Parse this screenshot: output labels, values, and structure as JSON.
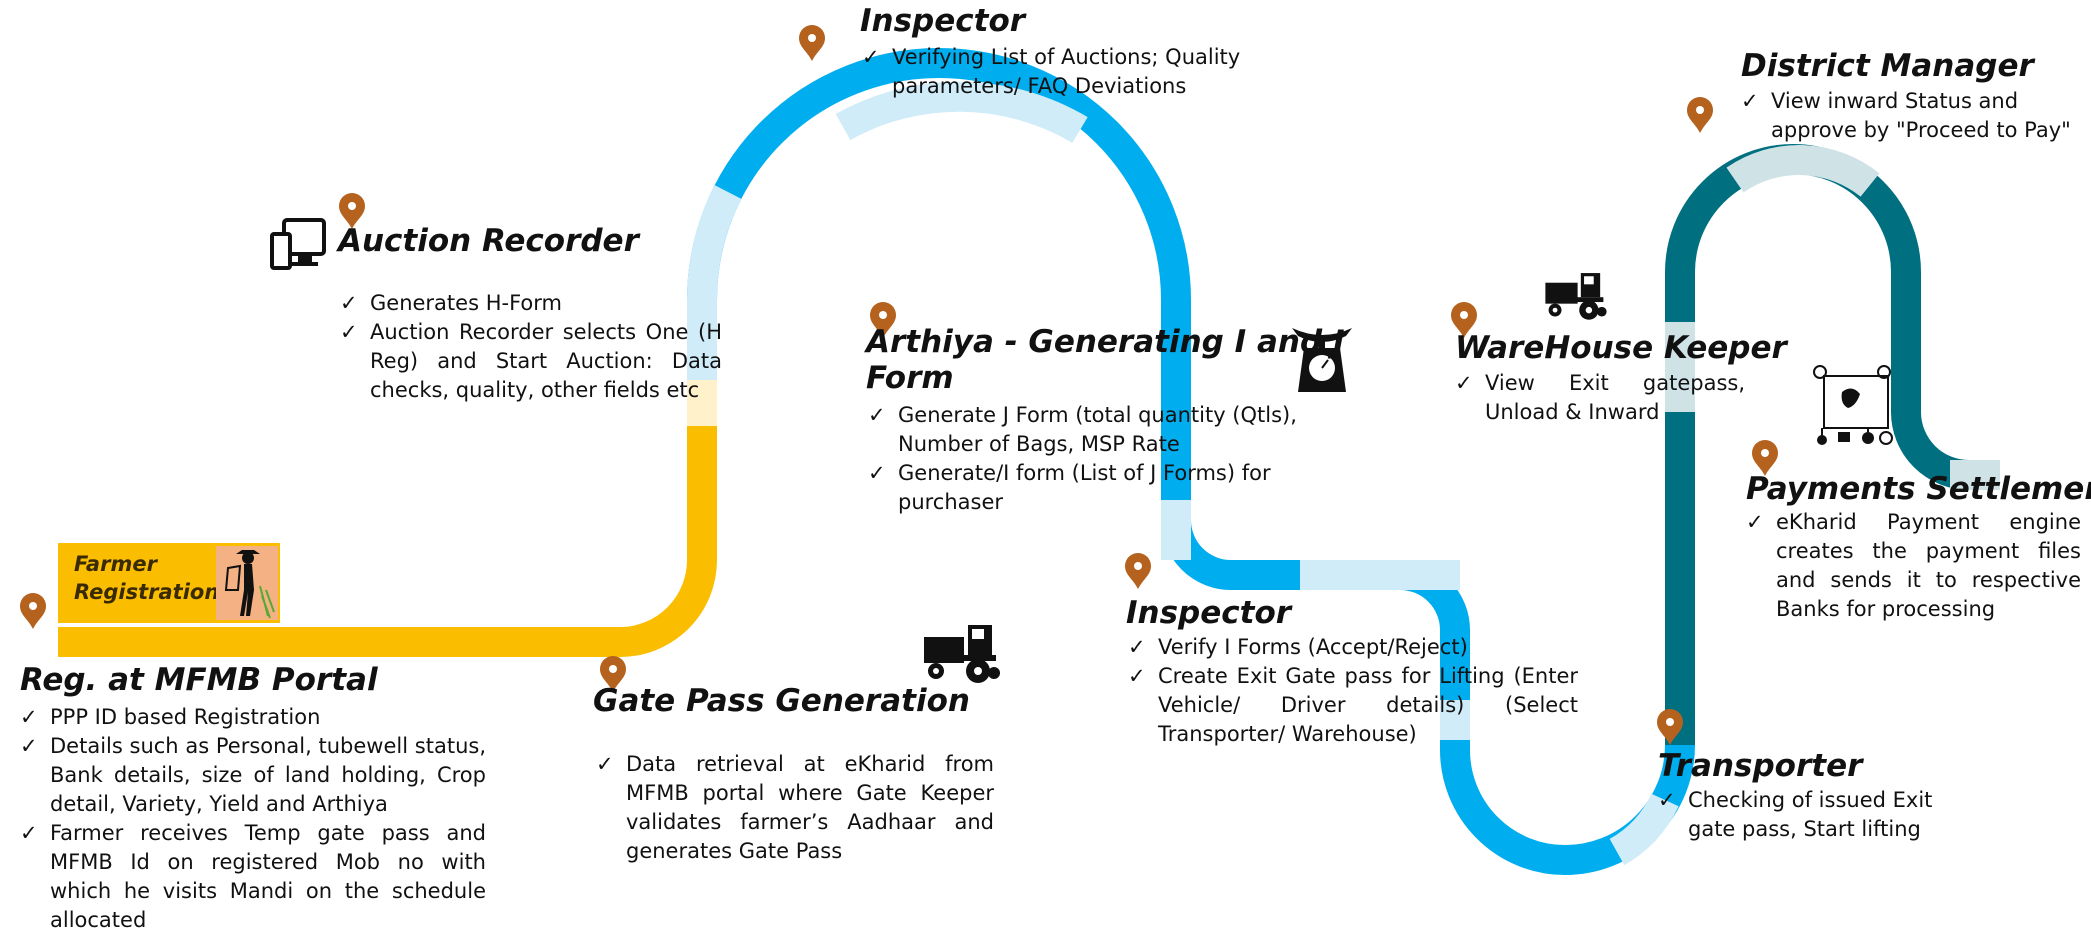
{
  "colors": {
    "yellow": "#fbbd00",
    "yellow_light": "#fff1c9",
    "blue": "#00adef",
    "blue_light": "#cfecf8",
    "teal": "#006f7f",
    "teal_light": "#cfe3e6",
    "pin": "#b4621e"
  },
  "farmer": {
    "line1": "Farmer",
    "line2": "Registration"
  },
  "stages": {
    "reg": {
      "title": "Reg. at MFMB Portal",
      "items": [
        "PPP ID based Registration",
        "Details such as Personal, tubewell status, Bank details, size of land holding, Crop detail, Variety, Yield and Arthiya",
        "Farmer receives Temp gate pass and MFMB Id on registered Mob no with which he visits Mandi on the schedule allocated"
      ]
    },
    "auction": {
      "title": "Auction Recorder",
      "items": [
        "Generates H-Form",
        "Auction Recorder selects One (H Reg) and Start Auction: Data checks, quality, other fields etc"
      ]
    },
    "inspector1": {
      "title": "Inspector",
      "items": [
        "Verifying List of Auctions; Quality parameters/ FAQ Deviations"
      ]
    },
    "gatepass": {
      "title": "Gate Pass Generation",
      "items": [
        "Data retrieval at eKharid from MFMB portal where Gate Keeper validates farmer’s Aadhaar and generates Gate Pass"
      ]
    },
    "arthiya": {
      "title_line1": "Arthiya - Generating I and J",
      "title_line2": "Form",
      "items": [
        "Generate J Form (total quantity (Qtls), Number of Bags, MSP Rate",
        "Generate/I form (List of J Forms) for purchaser"
      ]
    },
    "inspector2": {
      "title": "Inspector",
      "items": [
        "Verify I Forms (Accept/Reject)",
        "Create Exit Gate pass for Lifting (Enter Vehicle/ Driver details) (Select Transporter/ Warehouse)"
      ]
    },
    "warehouse": {
      "title": "WareHouse Keeper",
      "items": [
        "View Exit gatepass, Unload & Inward"
      ]
    },
    "transporter": {
      "title": "Transporter",
      "items": [
        "Checking of issued Exit gate pass, Start lifting"
      ]
    },
    "district": {
      "title": "District Manager",
      "items": [
        "View inward Status and approve by \"Proceed to Pay\""
      ]
    },
    "payments": {
      "title": "Payments Settlement",
      "items": [
        "eKharid Payment engine creates the payment files and sends it to respective Banks for processing"
      ]
    }
  },
  "icons": {
    "computer": "computer-icon",
    "weighing_scale": "weighing-scale-icon",
    "truck": "truck-icon",
    "warehouse_truck": "truck-icon",
    "payments": "payment-network-icon",
    "farmer": "farmer-icon",
    "pin": "location-pin-icon"
  }
}
